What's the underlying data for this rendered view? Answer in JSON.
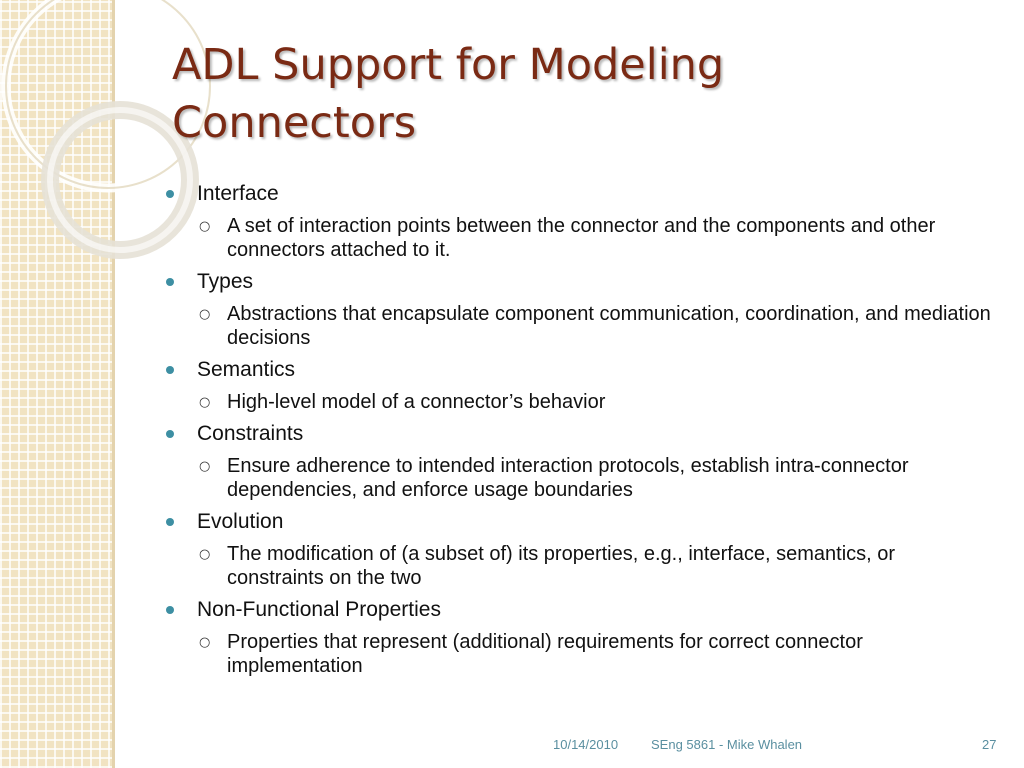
{
  "slide": {
    "title_line1": "ADL Support for Modeling",
    "title_line2": "Connectors",
    "bullets": [
      {
        "text": "Interface",
        "subs": [
          "A set of interaction points between the connector and the components and other connectors attached to it."
        ]
      },
      {
        "text": "Types",
        "subs": [
          "Abstractions that encapsulate component communication, coordination, and mediation decisions"
        ]
      },
      {
        "text": "Semantics",
        "subs": [
          "High-level model of a connector’s behavior"
        ]
      },
      {
        "text": "Constraints",
        "subs": [
          "Ensure adherence to intended interaction protocols, establish intra-connector dependencies, and enforce usage boundaries"
        ]
      },
      {
        "text": "Evolution",
        "subs": [
          "The modification of (a subset of) its properties, e.g., interface, semantics, or constraints on the two"
        ]
      },
      {
        "text": "Non-Functional Properties",
        "subs": [
          "Properties that represent (additional) requirements for correct connector implementation"
        ]
      }
    ],
    "footer": {
      "date": "10/14/2010",
      "center": "SEng 5861 - Mike Whalen",
      "page": "27"
    }
  },
  "theme": {
    "title_color": "#7a2a14",
    "bullet_color": "#3d8fa3",
    "panel_color": "#f1e3c2",
    "footer_color": "#5a8fa0"
  }
}
